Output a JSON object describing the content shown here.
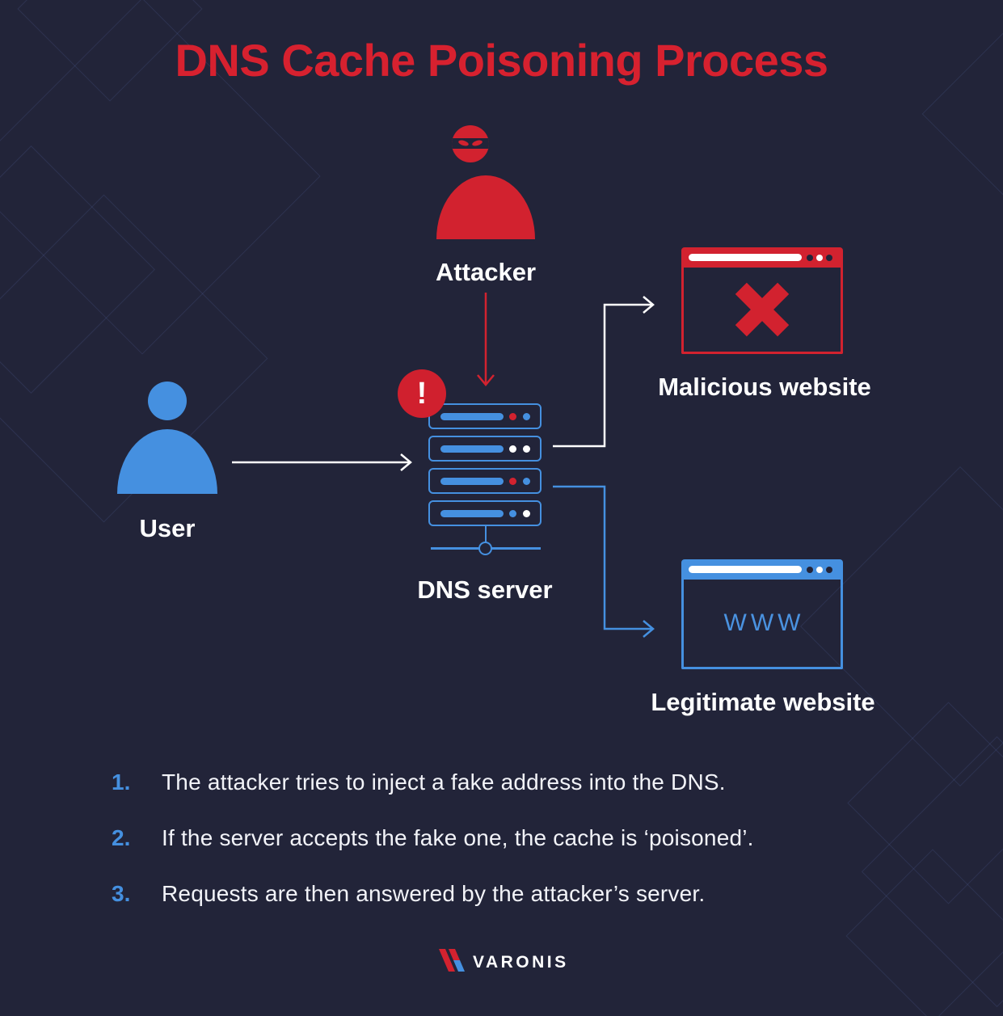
{
  "title": "DNS Cache Poisoning Process",
  "colors": {
    "background": "#222439",
    "red": "#d2222f",
    "blue": "#4590e0",
    "white": "#ffffff"
  },
  "nodes": {
    "attacker": {
      "label": "Attacker",
      "icon": "masked-attacker-icon"
    },
    "user": {
      "label": "User",
      "icon": "person-icon"
    },
    "dns_server": {
      "label": "DNS server",
      "icon": "server-stack-icon",
      "alert_icon": "exclamation-badge-icon",
      "alert_text": "!",
      "units": [
        {
          "dots": [
            "red",
            "blue"
          ]
        },
        {
          "dots": [
            "white",
            "white"
          ]
        },
        {
          "dots": [
            "red",
            "blue"
          ]
        },
        {
          "dots": [
            "blue",
            "white"
          ]
        }
      ]
    },
    "malicious_website": {
      "label": "Malicious website",
      "icon": "browser-x-icon"
    },
    "legitimate_website": {
      "label": "Legitimate website",
      "icon": "browser-www-icon",
      "content": "WWW"
    }
  },
  "arrows": [
    {
      "name": "user-to-dns",
      "color": "white"
    },
    {
      "name": "attacker-to-dns",
      "color": "red"
    },
    {
      "name": "dns-to-malicious",
      "color": "white"
    },
    {
      "name": "dns-to-legitimate",
      "color": "blue"
    }
  ],
  "steps": [
    {
      "number": "1.",
      "text": "The attacker tries to inject a fake address into the DNS."
    },
    {
      "number": "2.",
      "text": "If the server accepts the fake one, the cache is ‘poisoned’."
    },
    {
      "number": "3.",
      "text": "Requests are then answered by the attacker’s server."
    }
  ],
  "footer": {
    "brand": "VARONIS"
  }
}
